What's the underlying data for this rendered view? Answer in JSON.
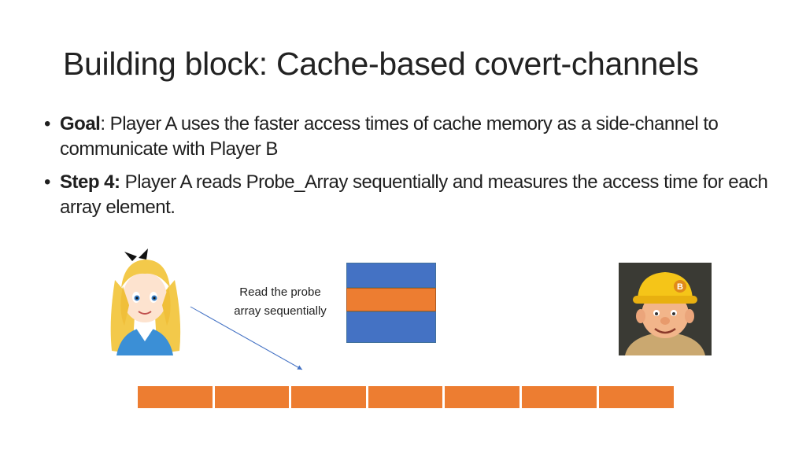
{
  "slide": {
    "title": "Building block: Cache-based covert-channels",
    "bullets": [
      {
        "label": "Goal",
        "text": ": Player A uses the faster access times of cache memory as a side-channel to communicate with Player B"
      },
      {
        "label": "Step 4:",
        "text": " Player A reads Probe_Array sequentially and measures the access time for each array element."
      }
    ],
    "caption_line1": "Read the probe",
    "caption_line2": "array sequentially",
    "player_b_badge": "B"
  },
  "colors": {
    "block_blue": "#4472c4",
    "block_orange": "#ed7d31",
    "arrow": "#4472c4"
  },
  "icons": {
    "player_a": "player-a-avatar-icon",
    "player_b": "player-b-avatar-icon"
  },
  "probe_array_cells": 7,
  "cache_stack": [
    "blue",
    "orange",
    "blue"
  ]
}
